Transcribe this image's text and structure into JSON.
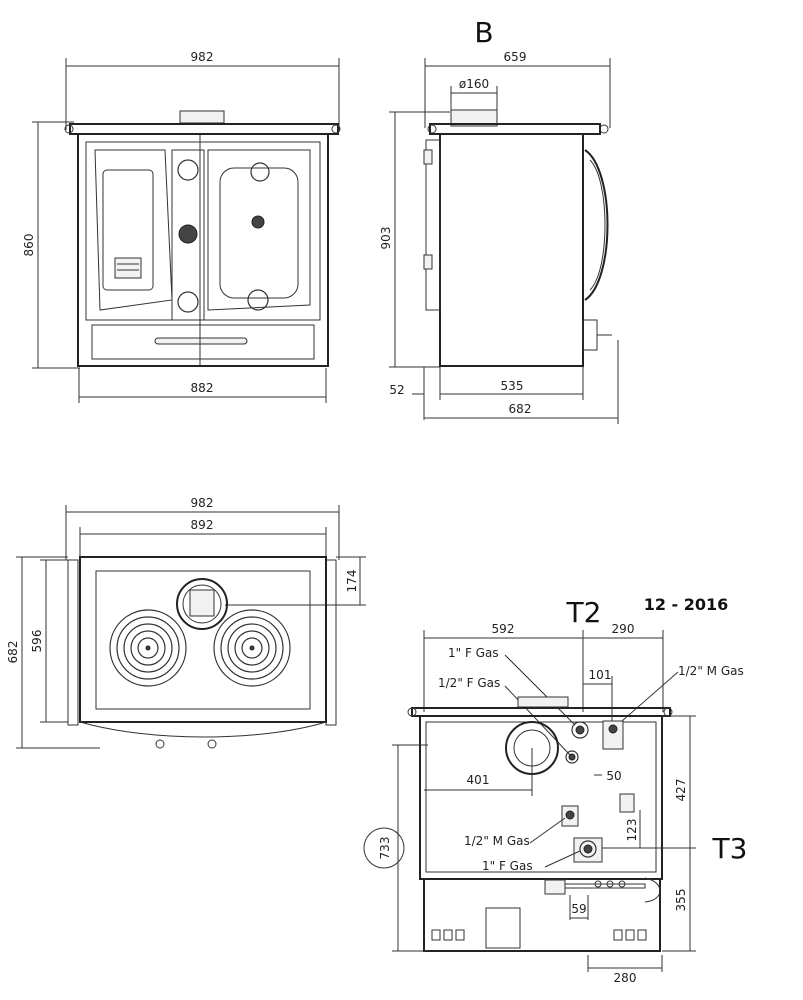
{
  "labels": {
    "view_b": "B",
    "revision": "12 - 2016",
    "t2": "T2",
    "t3": "T3"
  },
  "front": {
    "width_top": "982",
    "width_bottom": "882",
    "height": "860"
  },
  "side": {
    "depth_top": "659",
    "flue": "ø160",
    "height": "903",
    "offset": "52",
    "body": "535",
    "total": "682"
  },
  "top": {
    "width_outer": "982",
    "width_inner": "892",
    "depth_outer": "682",
    "depth_inner": "596",
    "flue_offset": "174"
  },
  "back": {
    "dim_592": "592",
    "dim_290": "290",
    "dim_101": "101",
    "dim_401": "401",
    "dim_50": "50",
    "dim_427": "427",
    "dim_123": "123",
    "dim_355": "355",
    "dim_59": "59",
    "dim_280": "280",
    "dim_733": "733",
    "label_1f_gas_top": "1\" F Gas",
    "label_half_f_gas": "1/2\" F Gas",
    "label_half_m_gas_right": "1/2\" M Gas",
    "label_half_m_gas_mid": "1/2\" M Gas",
    "label_1f_gas_bottom": "1\" F Gas"
  }
}
